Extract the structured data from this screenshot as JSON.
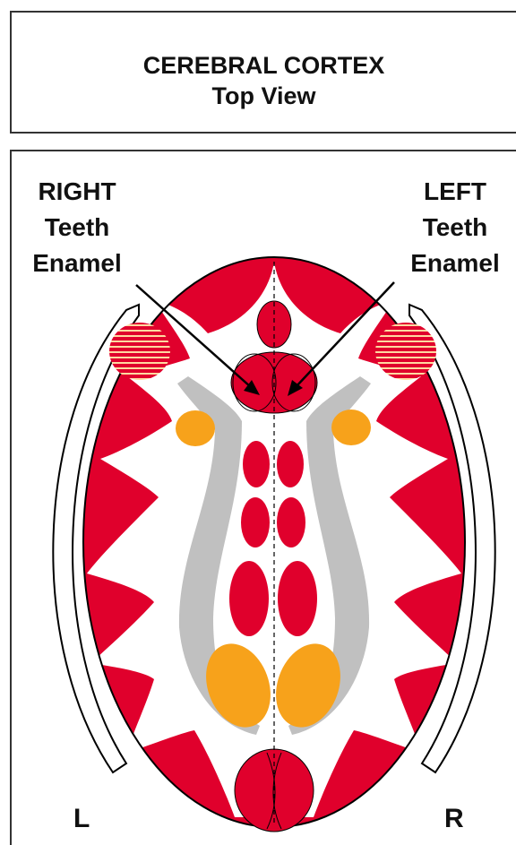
{
  "title": {
    "line1": "CEREBRAL CORTEX",
    "line2": "Top View"
  },
  "labels": {
    "right_side": [
      "RIGHT",
      "Teeth",
      "Enamel"
    ],
    "left_side": [
      "LEFT",
      "Teeth",
      "Enamel"
    ],
    "corner_left": "L",
    "corner_right": "R"
  },
  "colors": {
    "region": "#e0002c",
    "gray": "#c0c0c0",
    "orange": "#f7a21b",
    "outline": "#000000"
  }
}
